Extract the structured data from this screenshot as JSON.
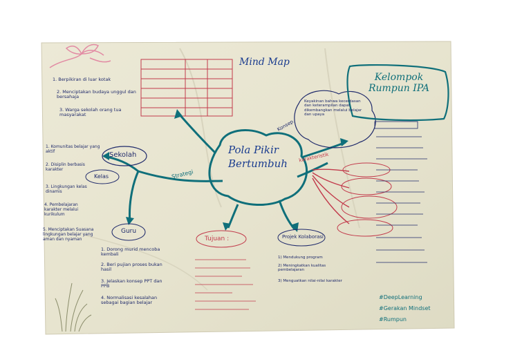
{
  "title": "Mind Map",
  "center": "Pola Pikir Bertumbuh",
  "group_box": "Kelompok Rumpun IPA",
  "branches": {
    "sekolah": "Sekolah",
    "kelas": "Kelas",
    "guru": "Guru",
    "tujuan": "Tujuan :",
    "projek": "Projek Kolaborasi",
    "strategi": "Strategi",
    "konsep": "Konsep",
    "karakteristik": "karakteristik"
  },
  "top_left_notes": [
    "1. Berpikiran di luar kotak",
    "2. Menciptakan budaya unggul dan bersahaja",
    "3. Warga sekolah orang tua masyarakat"
  ],
  "left_notes": [
    "1. Komunitas belajar yang aktif",
    "2. Disiplin berbasis karakter",
    "3. Lingkungan kelas dinamis",
    "4. Pembelajaran karakter melalui kurikulum",
    "5. Menciptakan Suasana lingkungan belajar yang aman dan nyaman"
  ],
  "guru_notes": [
    "1. Dorong murid mencoba kembali",
    "2. Beri pujian proses bukan hasil",
    "3. Jelaskan konsep PPT dan PPB",
    "4. Normalisasi kesalahan sebagai bagian belajar"
  ],
  "konsep_note": "Keyakinan bahwa kecerdasan dan keterampilan dapat dikembangkan melalui belajar dan upaya",
  "projek_notes": [
    "1) Mendukung program",
    "2) Meningkatkan kualitas pembelajaran",
    "3) Menguatkan nilai-nilai karakter"
  ],
  "hashtags": [
    "#DeepLearning",
    "#Gerakan Mindset",
    "#Rumpun"
  ],
  "colors": {
    "paper": "#e9e6d4",
    "ink_blue": "#1f2a6b",
    "ink_red": "#c23a4b",
    "ink_teal": "#0f6f7a"
  }
}
